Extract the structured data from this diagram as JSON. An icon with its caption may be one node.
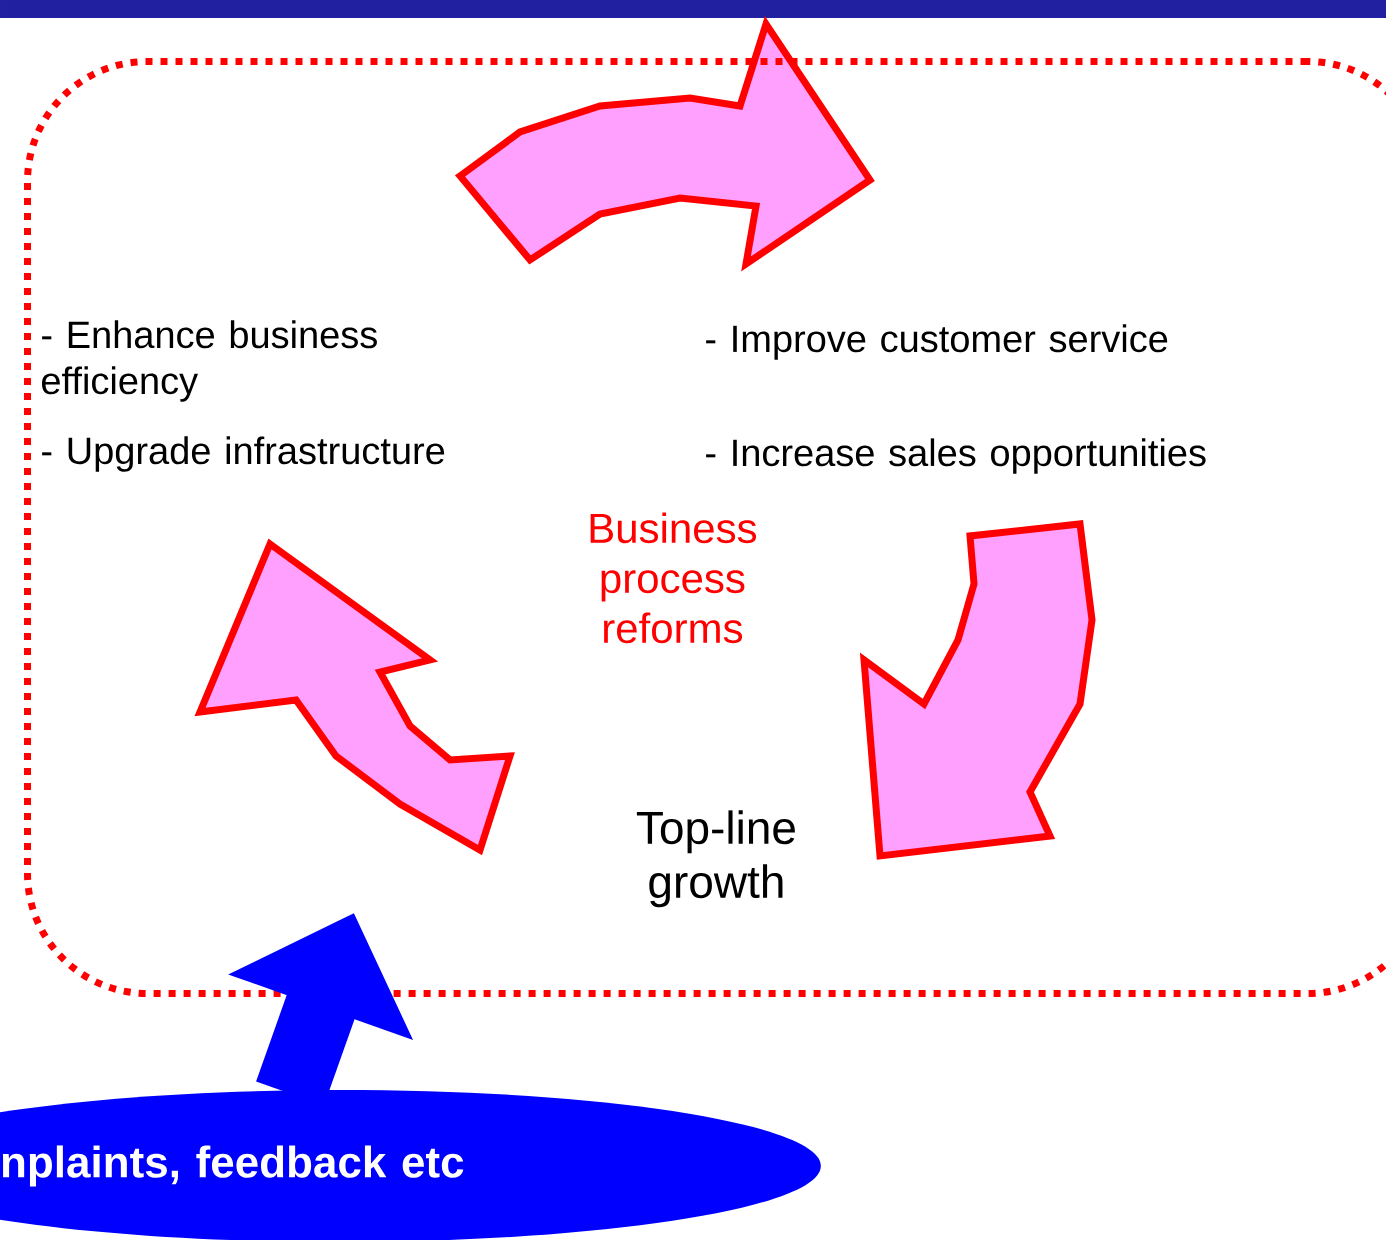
{
  "diagram": {
    "nodes": [
      {
        "text": [],
        "shape": "box"
      },
      {
        "text": [
          "nplaints, feedback etc"
        ]
      }
    ],
    "edges": [
      {
        "from": 1,
        "to": 0,
        "arrow": "to"
      }
    ],
    "labels": [
      "- Enhance business efficiency",
      "- Improve customer service",
      "- Upgrade infrastructure",
      "- Increase sales opportunities",
      "Business process reforms",
      "Top-line growth"
    ]
  }
}
